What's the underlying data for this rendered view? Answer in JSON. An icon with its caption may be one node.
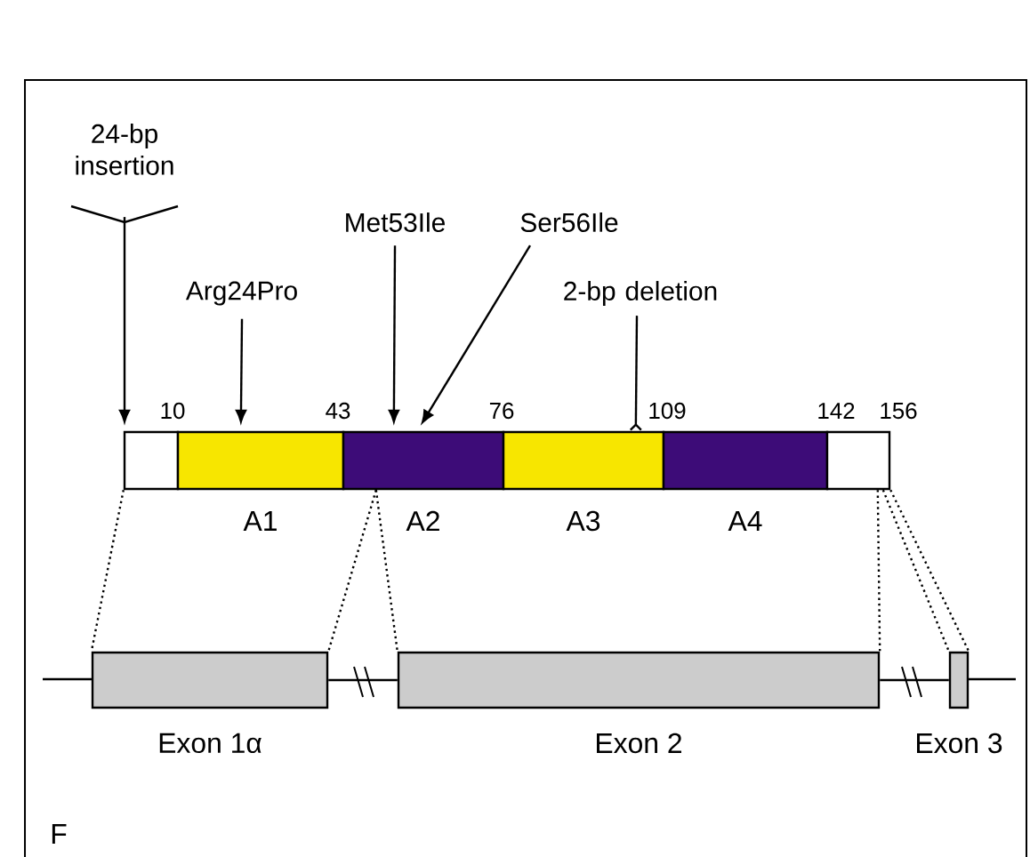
{
  "diagram": {
    "nodes": [
      {
        "text": [
          "24-bp insertion"
        ]
      },
      {
        "text": [
          "Met53Ile"
        ]
      },
      {
        "text": [
          "Ser56Ile"
        ]
      },
      {
        "text": [
          "Arg24Pro"
        ]
      },
      {
        "text": [
          "2-bp deletion"
        ]
      },
      {
        "text": [],
        "shape": "box"
      },
      {
        "text": [
          "A1"
        ]
      },
      {
        "text": [
          "A2"
        ]
      },
      {
        "text": [
          "A3"
        ]
      },
      {
        "text": [
          "A4"
        ]
      },
      {
        "text": [],
        "shape": "box"
      },
      {
        "text": [
          "Exon 1α"
        ]
      },
      {
        "text": [
          "Exon 2"
        ]
      },
      {
        "text": [
          "Exon 3"
        ]
      }
    ],
    "edges": [
      {
        "from": 0,
        "to": 5,
        "arrow": "to"
      },
      {
        "from": 1,
        "to": 7,
        "arrow": "to"
      },
      {
        "from": 2,
        "to": 7,
        "arrow": "to"
      },
      {
        "from": 3,
        "to": 6,
        "arrow": "to"
      },
      {
        "from": 4,
        "to": 8,
        "arrow": "other"
      },
      {
        "from": 5,
        "to": 11,
        "arrow": "none",
        "style": "dashed"
      },
      {
        "from": 7,
        "to": 11,
        "arrow": "none",
        "style": "dashed"
      },
      {
        "from": 7,
        "to": 12,
        "arrow": "none",
        "style": "dashed"
      },
      {
        "from": 10,
        "to": 12,
        "arrow": "none",
        "style": "dashed"
      },
      {
        "from": 10,
        "to": 13,
        "arrow": "none",
        "style": "dashed"
      },
      {
        "from": 10,
        "to": 13,
        "arrow": "none",
        "style": "dashed"
      },
      {
        "from": 11,
        "to": 12,
        "arrow": "none"
      },
      {
        "from": 12,
        "to": 13,
        "arrow": "none"
      }
    ],
    "labels": [
      "10",
      "43",
      "76",
      "109",
      "142",
      "156",
      "F"
    ]
  }
}
